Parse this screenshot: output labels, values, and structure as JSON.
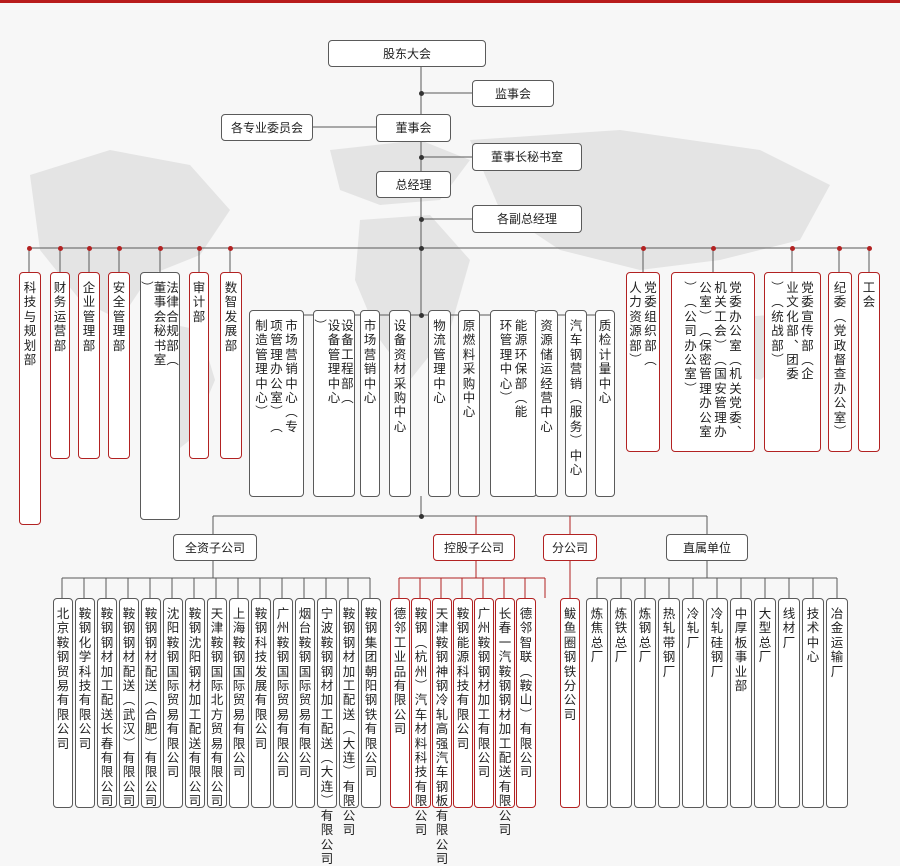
{
  "top": {
    "shareholders": "股东大会",
    "supervisory_board": "监事会",
    "board": "董事会",
    "committees": "各专业委员会",
    "board_secretary_office": "董事长秘书室",
    "general_manager": "总经理",
    "deputy_gms": "各副总经理"
  },
  "functional_departments_left": [
    {
      "id": "dept-tech-planning",
      "text": "科技与规划部"
    },
    {
      "id": "dept-finance",
      "text": "财务运营部"
    },
    {
      "id": "dept-enterprise-mgmt",
      "text": "企业管理部"
    },
    {
      "id": "dept-safety",
      "text": "安全管理部"
    },
    {
      "id": "dept-legal",
      "text": "法律合规部（董事会秘书室）"
    },
    {
      "id": "dept-audit",
      "text": "审计部"
    },
    {
      "id": "dept-digital",
      "text": "数智发展部"
    }
  ],
  "functional_departments_right": [
    {
      "id": "dept-party-org",
      "text": "党委组织部（人力资源部）"
    },
    {
      "id": "dept-party-office",
      "text": "党委办公室（机关党委、机关工会）（国安管理办公室）（保密管理办公室）（公司办公室）"
    },
    {
      "id": "dept-party-publicity",
      "text": "党委宣传部（企业文化部、团委）（统战部）"
    },
    {
      "id": "dept-discipline",
      "text": "纪委（党政督查办公室）"
    },
    {
      "id": "dept-union",
      "text": "工会"
    }
  ],
  "business_centers": [
    {
      "id": "center-marketing",
      "text": "市场营销中心（专项管理办公室）（制造管理中心）"
    },
    {
      "id": "center-equipment-eng",
      "text": "设备工程部（设备管理中心）"
    },
    {
      "id": "center-market-sales",
      "text": "市场营销中心"
    },
    {
      "id": "center-equipment-procurement",
      "text": "设备资材采购中心"
    },
    {
      "id": "center-logistics",
      "text": "物流管理中心"
    },
    {
      "id": "center-raw-fuel",
      "text": "原燃料采购中心"
    },
    {
      "id": "center-energy",
      "text": "能源环保部（能环管理中心）"
    },
    {
      "id": "center-resources",
      "text": "资源储运经营中心"
    },
    {
      "id": "center-auto-steel",
      "text": "汽车钢营销（服务）中心"
    },
    {
      "id": "center-quality",
      "text": "质检计量中心"
    }
  ],
  "categories": {
    "wholly_owned": "全资子公司",
    "holding": "控股子公司",
    "branch": "分公司",
    "direct_units": "直属单位"
  },
  "wholly_owned_subsidiaries": [
    "北京鞍钢贸易有限公司",
    "鞍钢化学科技有限公司",
    "鞍钢钢材加工配送长春有限公司",
    "鞍钢钢材配送（武汉）有限公司",
    "鞍钢钢材配送（合肥）有限公司",
    "沈阳鞍钢国际贸易有限公司",
    "鞍钢沈阳钢材加工配送有限公司",
    "天津鞍钢国际北方贸易有限公司",
    "上海鞍钢国际贸易有限公司",
    "鞍钢科技发展有限公司",
    "广州鞍钢国际贸易有限公司",
    "烟台鞍钢国际贸易有限公司",
    "宁波鞍钢钢材加工配送（大连）有限公司",
    "鞍钢钢材加工配送（大连）有限公司",
    "鞍钢集团朝阳钢铁有限公司"
  ],
  "holding_subsidiaries": [
    "德邻工业品有限公司",
    "鞍钢（杭州）汽车材料科技有限公司",
    "天津鞍钢神钢冷轧高强汽车钢板有限公司",
    "鞍钢能源科技有限公司",
    "广州鞍钢钢材加工有限公司",
    "长春一汽鞍钢钢材加工配送有限公司",
    "德邻智联（鞍山）有限公司"
  ],
  "branch_companies": [
    "鲅鱼圈钢铁分公司"
  ],
  "direct_units_list": [
    "炼焦总厂",
    "炼铁总厂",
    "炼钢总厂",
    "热轧带钢厂",
    "冷轧厂",
    "冷轧硅钢厂",
    "中厚板事业部",
    "大型总厂",
    "线材厂",
    "技术中心",
    "冶金运输厂"
  ],
  "colors": {
    "accent_red": "#b22222",
    "line_gray": "#5a5a5a",
    "background": "#f7f7f7"
  }
}
